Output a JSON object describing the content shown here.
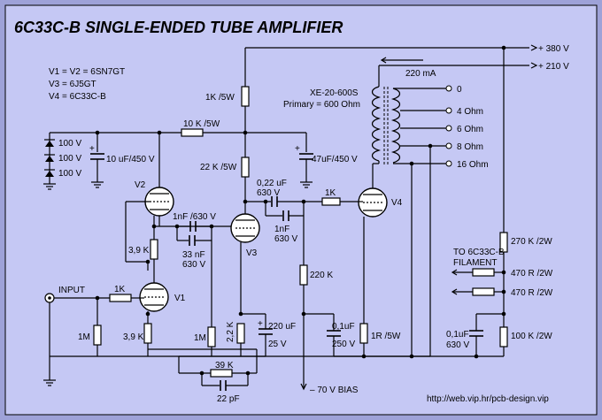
{
  "title": "6C33C-B SINGLE-ENDED TUBE AMPLIFIER",
  "tube_list": [
    "V1 = V2 = 6SN7GT",
    "V3 = 6J5GT",
    "V4 = 6C33C-B"
  ],
  "supply": {
    "hv1": "+ 380 V",
    "hv2": "+ 210 V",
    "current": "220 mA",
    "bias": "– 70 V BIAS"
  },
  "transformer": {
    "name": "XE-20-600S",
    "primary": "Primary = 600 Ohm",
    "taps": [
      "0",
      "4 Ohm",
      "6 Ohm",
      "8 Ohm",
      "16 Ohm"
    ]
  },
  "tubes": {
    "v1": "V1",
    "v2": "V2",
    "v3": "V3",
    "v4": "V4"
  },
  "components": {
    "r_1k5w": "1K /5W",
    "r_10k5w": "10 K /5W",
    "r_22k5w": "22 K /5W",
    "c_47uf": "47uF/450 V",
    "c_10uf": "10 uF/450 V",
    "zener": [
      "100 V",
      "100 V",
      "100 V"
    ],
    "c_022_a": "0,22 uF",
    "c_022_b": "630 V",
    "r_1k_grid": "1K",
    "c_1nf_a": "1nF",
    "c_1nf_b": "630 V",
    "c_1nf630": "1nF /630 V",
    "c_33nf_a": "33 nF",
    "c_33nf_b": "630 V",
    "r_39k_v2": "3,9 K",
    "r_220k": "220 K",
    "r_1k_in": "1K",
    "input": "INPUT",
    "r_1m_in": "1M",
    "r_39k_v1": "3,9 K",
    "r_1m_v3": "1M",
    "r_22k_v3": "2,2 K",
    "c_220uf_a": "220 uF",
    "c_220uf_b": "25 V",
    "c_01_a": "0,1uF",
    "c_01_b": "250 V",
    "r_1r5w": "1R /5W",
    "r_39k_fb": "39 K",
    "c_22pf": "22 pF",
    "r_270k": "270 K /2W",
    "filament_a": "TO 6C33C-B",
    "filament_b": "FILAMENT",
    "r_470_a": "470 R /2W",
    "r_470_b": "470 R /2W",
    "c_01_630_a": "0,1uF",
    "c_01_630_b": "630 V",
    "r_100k": "100 K /2W"
  },
  "url": "http://web.vip.hr/pcb-design.vip",
  "colors": {
    "background": "#c5c8f4",
    "outer_frame": "#9ea2d8",
    "wire": "#000000"
  }
}
